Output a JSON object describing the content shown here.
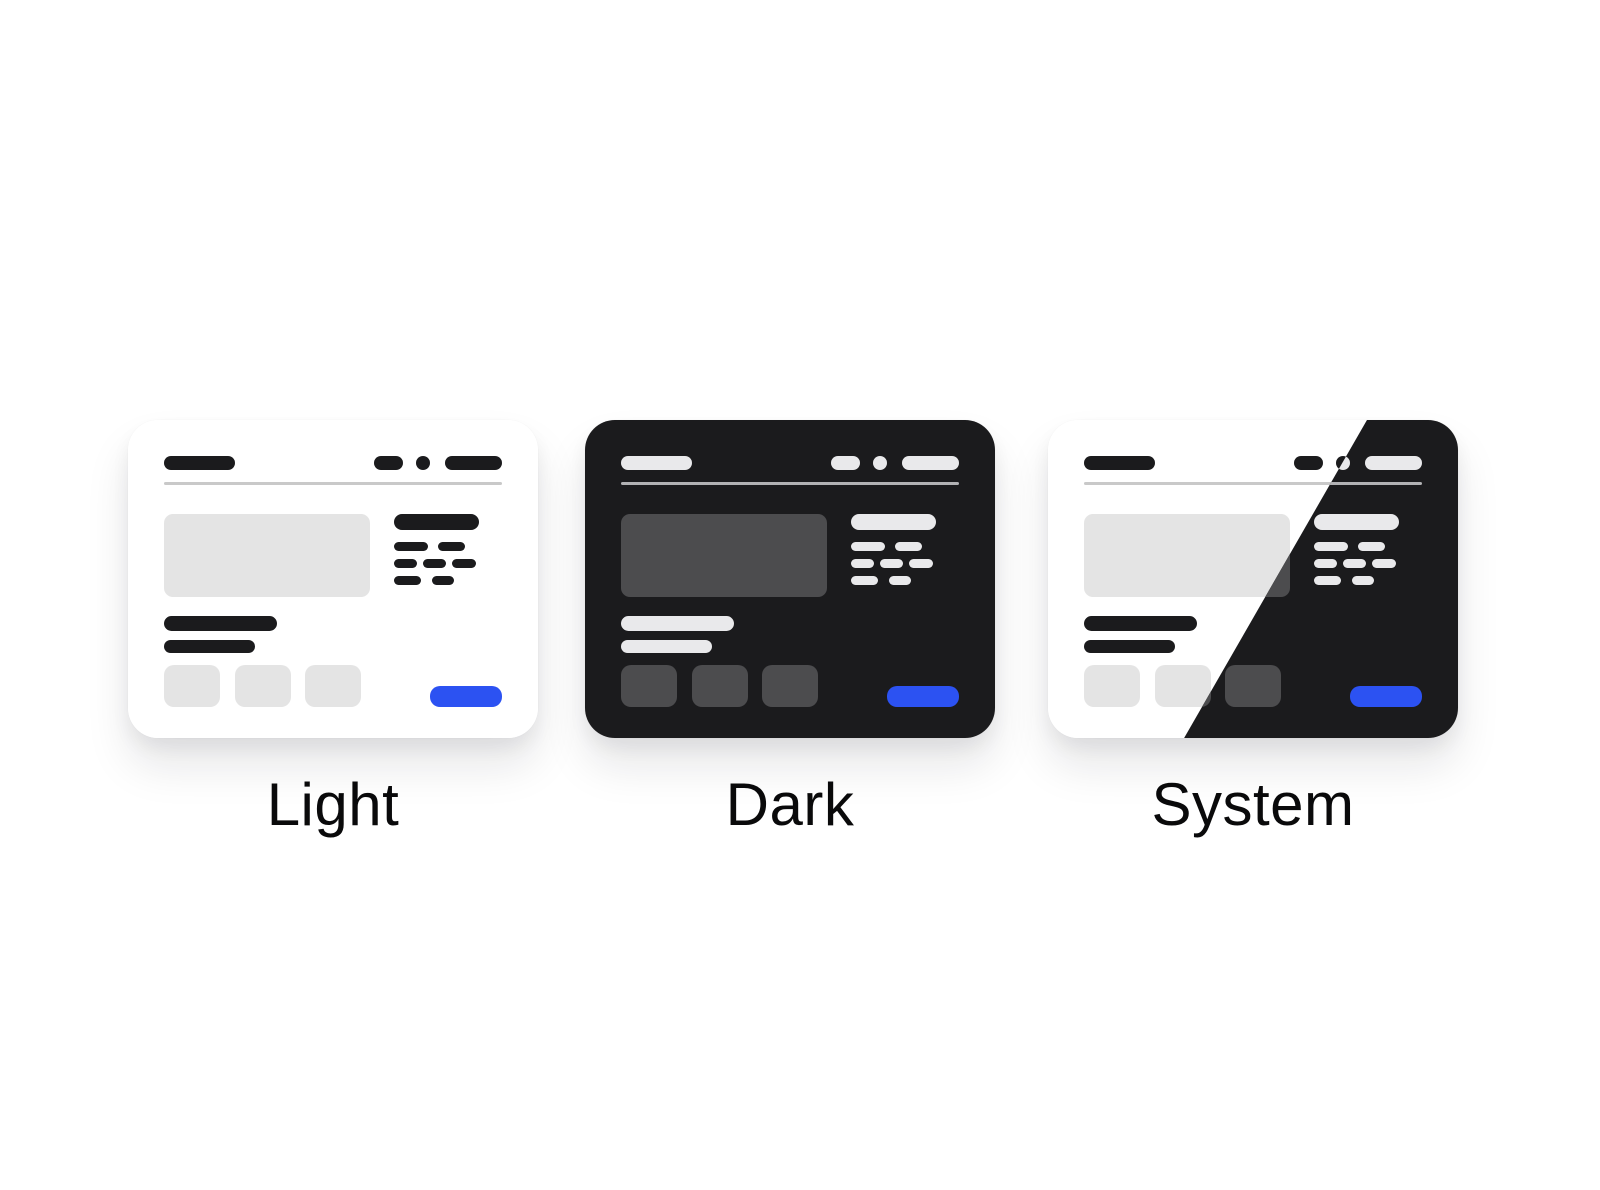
{
  "page": {
    "background": "#ffffff"
  },
  "picker": {
    "options": [
      {
        "id": "light",
        "label": "Light",
        "theme": "light"
      },
      {
        "id": "dark",
        "label": "Dark",
        "theme": "dark"
      },
      {
        "id": "system",
        "label": "System",
        "theme": "system"
      }
    ]
  },
  "palettes": {
    "light": {
      "bg": "#ffffff",
      "fg": "#1b1b1d",
      "block": "#e4e4e4",
      "divider": "#c9c9c9",
      "accent": "#2c52f2"
    },
    "dark": {
      "bg": "#1b1b1d",
      "fg": "#e9e9eb",
      "block": "#4c4c4e",
      "divider": "#b2b2b4",
      "accent": "#2c52f2"
    }
  }
}
